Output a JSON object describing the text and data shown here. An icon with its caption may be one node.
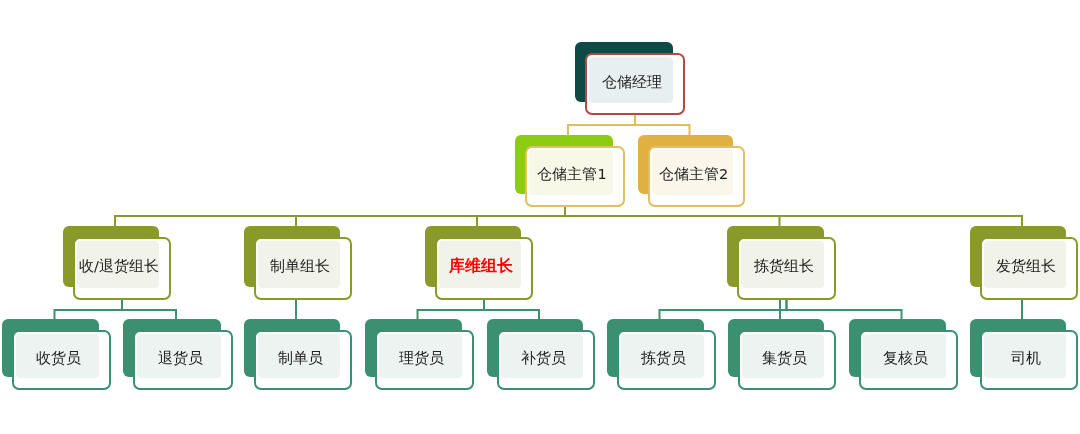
{
  "diagram": {
    "nodes": [
      {
        "text": [
          "仓储经理"
        ]
      },
      {
        "text": [
          "仓储主管1"
        ]
      },
      {
        "text": [
          "仓储主管2"
        ]
      },
      {
        "text": [
          "收/退货组长"
        ]
      },
      {
        "text": [
          "制单组长"
        ]
      },
      {
        "text": [
          "库维组长"
        ]
      },
      {
        "text": [
          "拣货组长"
        ]
      },
      {
        "text": [
          "发货组长"
        ]
      },
      {
        "text": [
          "收货员"
        ]
      },
      {
        "text": [
          "退货员"
        ]
      },
      {
        "text": [
          "制单员"
        ]
      },
      {
        "text": [
          "理货员"
        ]
      },
      {
        "text": [
          "补货员"
        ]
      },
      {
        "text": [
          "拣货员"
        ]
      },
      {
        "text": [
          "集货员"
        ]
      },
      {
        "text": [
          "复核员"
        ]
      },
      {
        "text": [
          "司机"
        ]
      }
    ],
    "edges": [
      {
        "from": 0,
        "to": 1,
        "arrow": "none",
        "color": "#e0bc5a"
      },
      {
        "from": 0,
        "to": 2,
        "arrow": "none",
        "color": "#e0bc5a"
      },
      {
        "from": 1,
        "to": 3,
        "arrow": "none",
        "color": "#8a9a2a"
      },
      {
        "from": 1,
        "to": 4,
        "arrow": "none",
        "color": "#8a9a2a"
      },
      {
        "from": 1,
        "to": 5,
        "arrow": "none",
        "color": "#8a9a2a"
      },
      {
        "from": 1,
        "to": 6,
        "arrow": "none",
        "color": "#8a9a2a"
      },
      {
        "from": 1,
        "to": 7,
        "arrow": "none",
        "color": "#8a9a2a"
      },
      {
        "from": 3,
        "to": 8,
        "arrow": "none"
      },
      {
        "from": 3,
        "to": 9,
        "arrow": "none"
      },
      {
        "from": 4,
        "to": 10,
        "arrow": "none"
      },
      {
        "from": 5,
        "to": 11,
        "arrow": "none"
      },
      {
        "from": 5,
        "to": 12,
        "arrow": "none"
      },
      {
        "from": 6,
        "to": 13,
        "arrow": "none"
      },
      {
        "from": 6,
        "to": 14,
        "arrow": "none"
      },
      {
        "from": 6,
        "to": 15,
        "arrow": "none"
      },
      {
        "from": 7,
        "to": 16,
        "arrow": "none"
      }
    ]
  }
}
